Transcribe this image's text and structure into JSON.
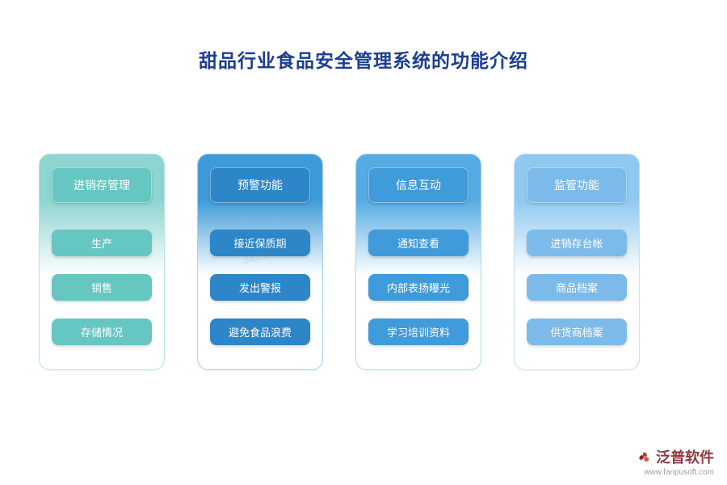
{
  "page": {
    "title": "甜品行业食品安全管理系统的功能介绍"
  },
  "colors": {
    "title_color": "#1c3e92",
    "brand_color": "#8d3a40",
    "url_color": "#9aa0a6"
  },
  "columns": [
    {
      "header": "进销存管理",
      "items": [
        "生产",
        "销售",
        "存储情况"
      ],
      "theme": {
        "band": "#8ed4d1",
        "btn": "#66c6c2",
        "border": "#b9e4e2"
      }
    },
    {
      "header": "预警功能",
      "items": [
        "接近保质期",
        "发出警报",
        "避免食品浪费"
      ],
      "theme": {
        "band": "#3e9bd9",
        "btn": "#2d86c7",
        "border": "#a5d2ef"
      }
    },
    {
      "header": "信息互动",
      "items": [
        "通知查看",
        "内部表扬曝光",
        "学习培训资料"
      ],
      "theme": {
        "band": "#55abe2",
        "btn": "#3f9bd9",
        "border": "#aed8f2"
      }
    },
    {
      "header": "监管功能",
      "items": [
        "进销存台帐",
        "商品档案",
        "供货商档案"
      ],
      "theme": {
        "band": "#90c9ef",
        "btn": "#7cbbe9",
        "border": "#c3e1f6"
      }
    }
  ],
  "watermark": "泛普软件",
  "footer": {
    "brand": "泛普软件",
    "url": "www.fanpusoft.com"
  }
}
